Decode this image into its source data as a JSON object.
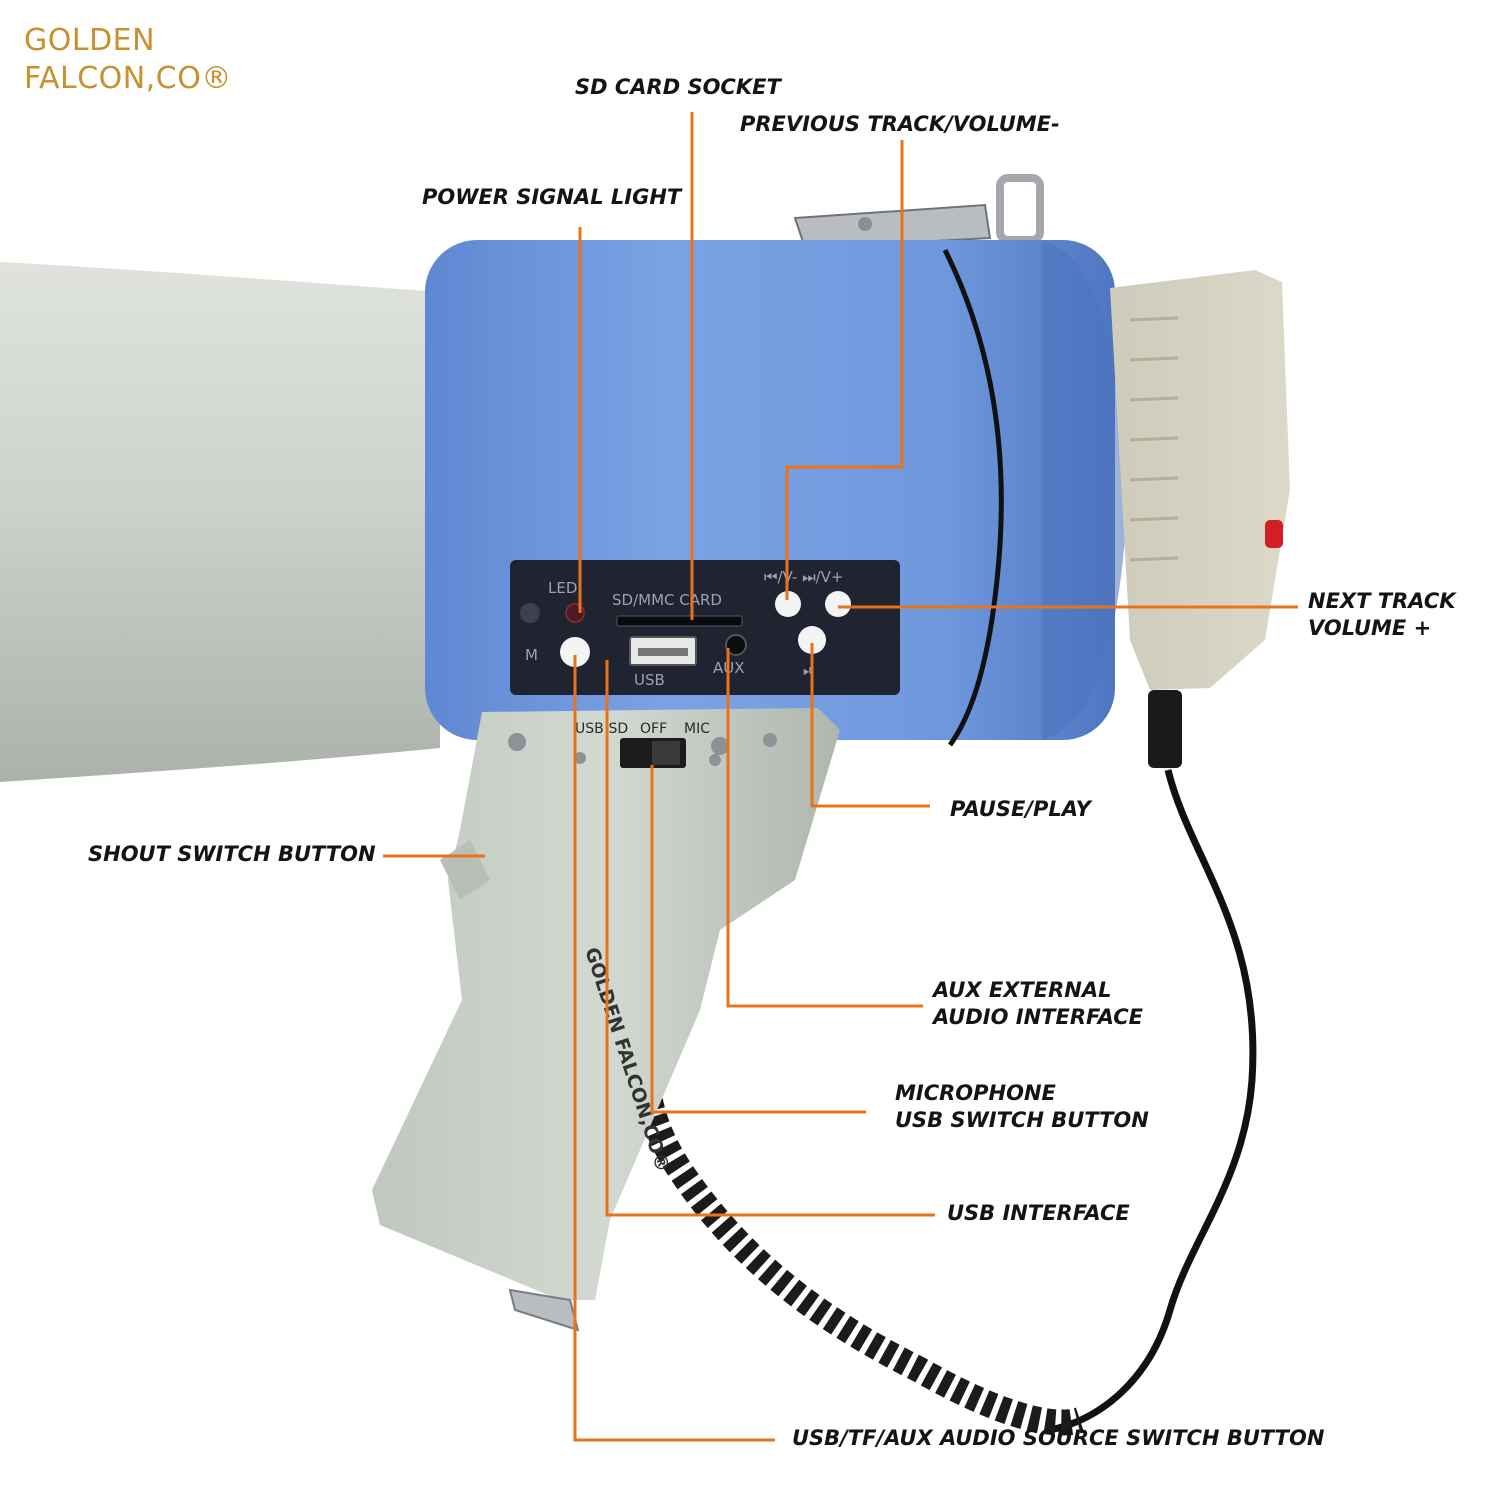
{
  "brand": {
    "line1": "GOLDEN",
    "line2": "FALCON,CO®"
  },
  "callouts": {
    "sd_card_socket": "SD CARD SOCKET",
    "previous_track": "PREVIOUS TRACK/VOLUME-",
    "power_signal_light": "POWER SIGNAL LIGHT",
    "next_track": {
      "line1": "NEXT TRACK",
      "line2": "VOLUME +"
    },
    "pause_play": "PAUSE/PLAY",
    "shout_switch": "SHOUT SWITCH BUTTON",
    "aux_interface": {
      "line1": "AUX EXTERNAL",
      "line2": "AUDIO INTERFACE"
    },
    "mic_usb_switch": {
      "line1": "MICROPHONE",
      "line2": "USB SWITCH BUTTON"
    },
    "usb_interface": "USB INTERFACE",
    "source_switch": "USB/TF/AUX AUDIO SOURCE SWITCH BUTTON"
  },
  "panel": {
    "led": "LED",
    "card": "SD/MMC CARD",
    "m": "M",
    "usb": "USB",
    "aux": "AUX",
    "prev_next": "⏮/V- ⏭/V+",
    "play": "⏯",
    "switch_usbsd": "USB|SD",
    "switch_off": "OFF",
    "switch_mic": "MIC"
  },
  "grip_text": "GOLDEN FALCON,CO®",
  "colors": {
    "brand": "#c8902f",
    "leader": "#e8731b",
    "body_blue": "#6f97dc",
    "horn_gray": "#c9d0c8",
    "panel": "#1f2430"
  }
}
